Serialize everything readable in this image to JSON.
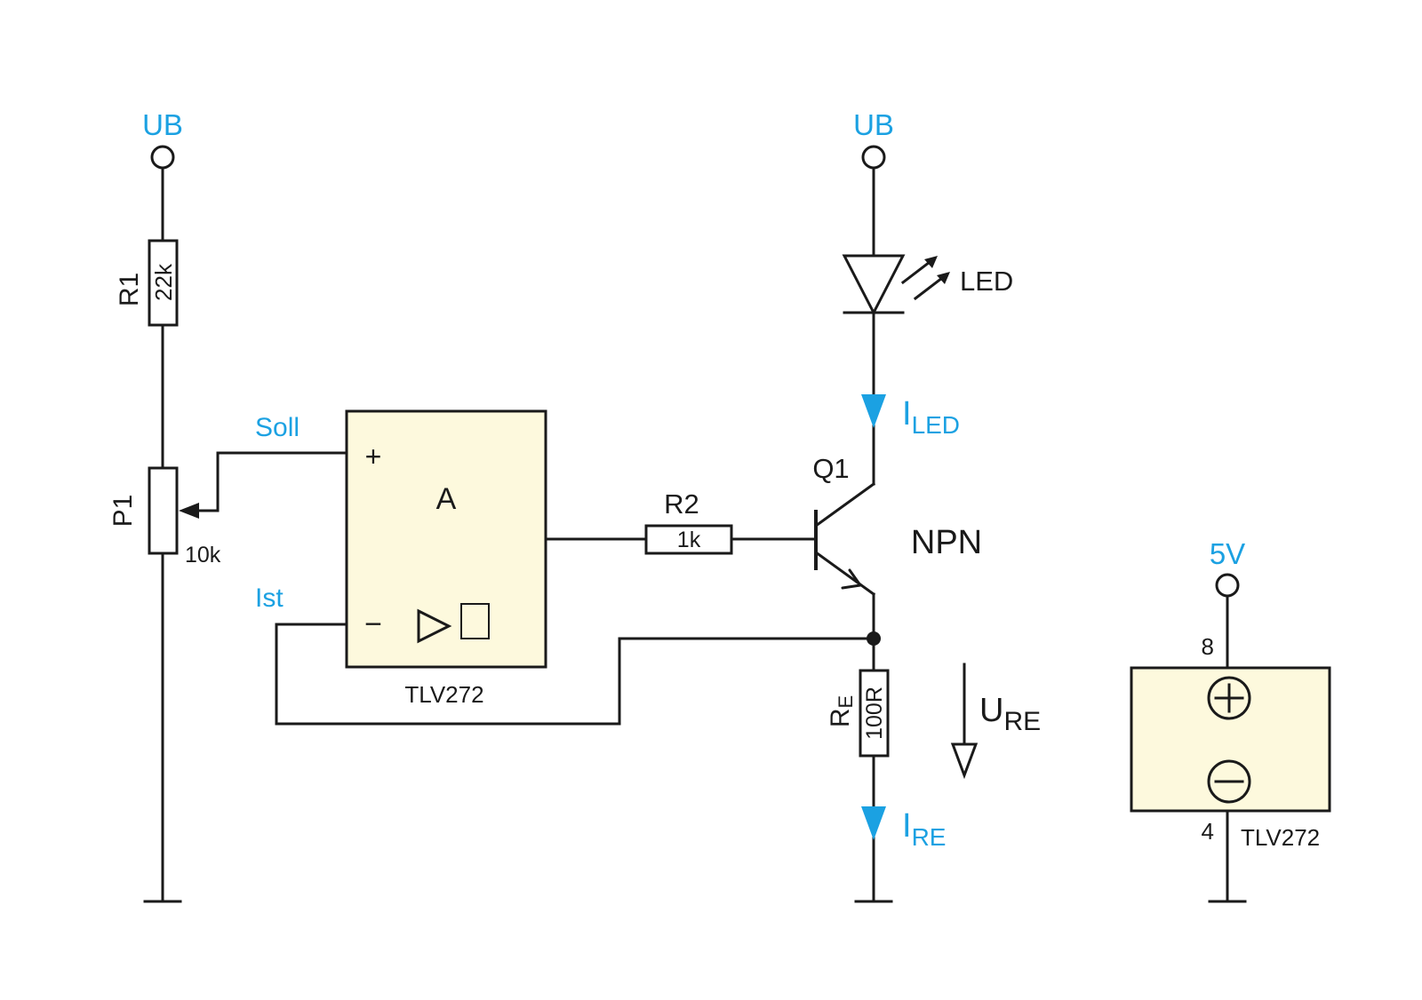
{
  "colors": {
    "line": "#1a1a1a",
    "signal_label": "#1ba1e2",
    "opamp_fill": "#fdf9dd",
    "current_arrow": "#1ba1e2"
  },
  "labels": {
    "ub_left": "UB",
    "ub_right": "UB",
    "supply_5v": "5V",
    "r1_name": "R1",
    "r1_value": "22k",
    "p1_name": "P1",
    "p1_value": "10k",
    "soll": "Soll",
    "ist": "Ist",
    "opamp_plus": "+",
    "opamp_minus": "−",
    "opamp_name": "A",
    "opamp_part": "TLV272",
    "r2_name": "R2",
    "r2_value": "1k",
    "q1_name": "Q1",
    "q1_type": "NPN",
    "led": "LED",
    "i_led_main": "I",
    "i_led_sub": "LED",
    "re_name_main": "R",
    "re_name_sub": "E",
    "re_value": "100R",
    "u_re_main": "U",
    "u_re_sub": "RE",
    "i_re_main": "I",
    "i_re_sub": "RE",
    "pin_8": "8",
    "pin_4": "4",
    "supply_part": "TLV272"
  },
  "icons": {
    "opamp_symbol": "triangle-buffer-icon",
    "supply_plus": "circle-plus-icon",
    "supply_minus": "circle-minus-icon"
  }
}
